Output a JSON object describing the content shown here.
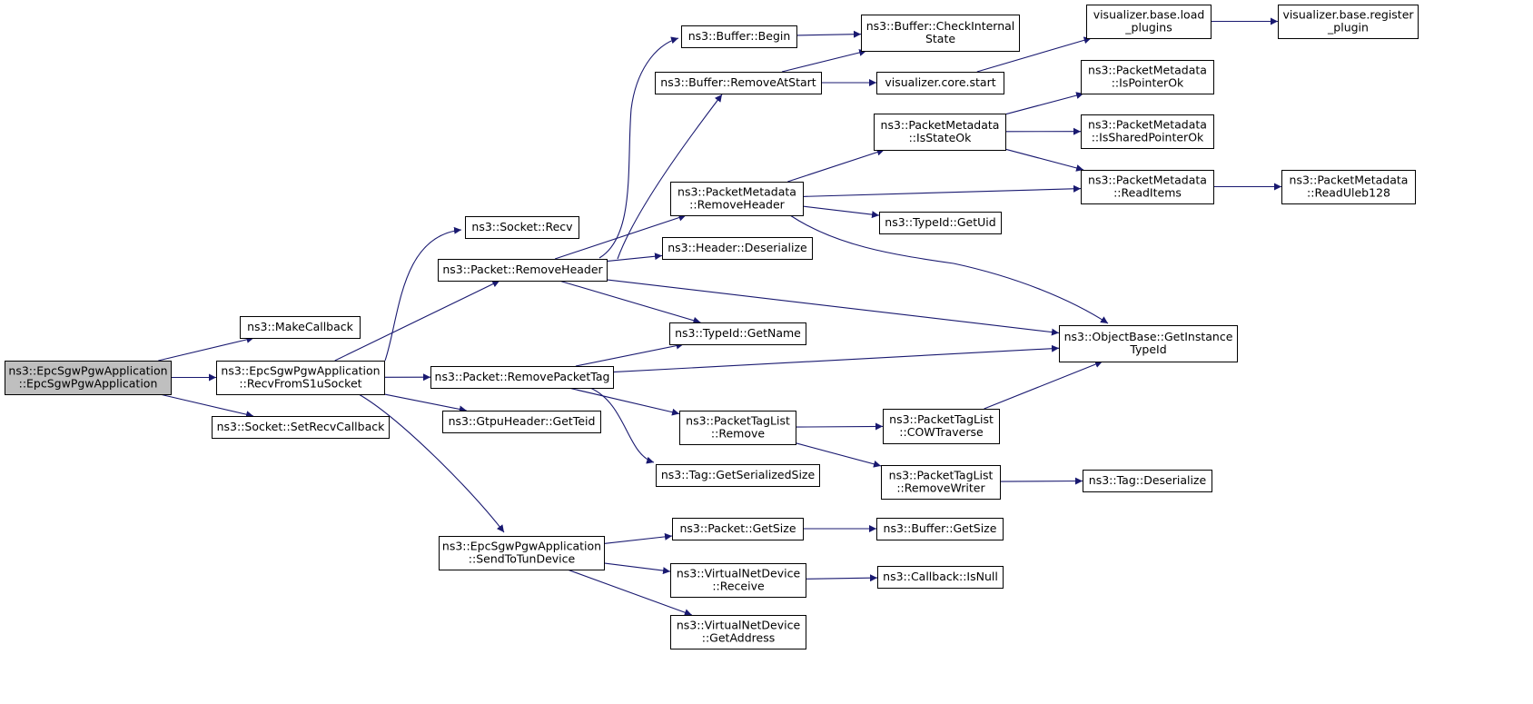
{
  "colors": {
    "edge": "#191970",
    "root_fill": "#bfbfbf",
    "node_fill": "#ffffff",
    "border": "#000000"
  },
  "nodes": [
    {
      "id": "root",
      "lines": [
        "ns3::EpcSgwPgwApplication",
        "::EpcSgwPgwApplication"
      ],
      "root": true
    },
    {
      "id": "makecb",
      "lines": [
        "ns3::MakeCallback"
      ]
    },
    {
      "id": "recvs1u",
      "lines": [
        "ns3::EpcSgwPgwApplication",
        "::RecvFromS1uSocket"
      ]
    },
    {
      "id": "setrecv",
      "lines": [
        "ns3::Socket::SetRecvCallback"
      ]
    },
    {
      "id": "sockrecv",
      "lines": [
        "ns3::Socket::Recv"
      ]
    },
    {
      "id": "pktrmhdr",
      "lines": [
        "ns3::Packet::RemoveHeader"
      ]
    },
    {
      "id": "pktrmtag",
      "lines": [
        "ns3::Packet::RemovePacketTag"
      ]
    },
    {
      "id": "gtpteid",
      "lines": [
        "ns3::GtpuHeader::GetTeid"
      ]
    },
    {
      "id": "sendtun",
      "lines": [
        "ns3::EpcSgwPgwApplication",
        "::SendToTunDevice"
      ]
    },
    {
      "id": "bufbegin",
      "lines": [
        "ns3::Buffer::Begin"
      ]
    },
    {
      "id": "bufrmstart",
      "lines": [
        "ns3::Buffer::RemoveAtStart"
      ]
    },
    {
      "id": "pmrmhdr",
      "lines": [
        "ns3::PacketMetadata",
        "::RemoveHeader"
      ]
    },
    {
      "id": "hdrdeser",
      "lines": [
        "ns3::Header::Deserialize"
      ]
    },
    {
      "id": "tidname",
      "lines": [
        "ns3::TypeId::GetName"
      ]
    },
    {
      "id": "ptlremove",
      "lines": [
        "ns3::PacketTagList",
        "::Remove"
      ]
    },
    {
      "id": "tagsersize",
      "lines": [
        "ns3::Tag::GetSerializedSize"
      ]
    },
    {
      "id": "pktgetsize",
      "lines": [
        "ns3::Packet::GetSize"
      ]
    },
    {
      "id": "vndrecv",
      "lines": [
        "ns3::VirtualNetDevice",
        "::Receive"
      ]
    },
    {
      "id": "vndaddr",
      "lines": [
        "ns3::VirtualNetDevice",
        "::GetAddress"
      ]
    },
    {
      "id": "bufcheck",
      "lines": [
        "ns3::Buffer::CheckInternal",
        "State"
      ]
    },
    {
      "id": "viscore",
      "lines": [
        "visualizer.core.start"
      ]
    },
    {
      "id": "pmstate",
      "lines": [
        "ns3::PacketMetadata",
        "::IsStateOk"
      ]
    },
    {
      "id": "tiduid",
      "lines": [
        "ns3::TypeId::GetUid"
      ]
    },
    {
      "id": "objtid",
      "lines": [
        "ns3::ObjectBase::GetInstance",
        "TypeId"
      ]
    },
    {
      "id": "ptlcow",
      "lines": [
        "ns3::PacketTagList",
        "::COWTraverse"
      ]
    },
    {
      "id": "ptlrmwriter",
      "lines": [
        "ns3::PacketTagList",
        "::RemoveWriter"
      ]
    },
    {
      "id": "bufgetsize",
      "lines": [
        "ns3::Buffer::GetSize"
      ]
    },
    {
      "id": "cbnull",
      "lines": [
        "ns3::Callback::IsNull"
      ]
    },
    {
      "id": "visload",
      "lines": [
        "visualizer.base.load",
        "_plugins"
      ]
    },
    {
      "id": "pmptr",
      "lines": [
        "ns3::PacketMetadata",
        "::IsPointerOk"
      ]
    },
    {
      "id": "pmshared",
      "lines": [
        "ns3::PacketMetadata",
        "::IsSharedPointerOk"
      ]
    },
    {
      "id": "pmread",
      "lines": [
        "ns3::PacketMetadata",
        "::ReadItems"
      ]
    },
    {
      "id": "tagdeser",
      "lines": [
        "ns3::Tag::Deserialize"
      ]
    },
    {
      "id": "visreg",
      "lines": [
        "visualizer.base.register",
        "_plugin"
      ]
    },
    {
      "id": "pmuleb",
      "lines": [
        "ns3::PacketMetadata",
        "::ReadUleb128"
      ]
    }
  ],
  "edges": [
    {
      "from": "root",
      "to": "makecb"
    },
    {
      "from": "root",
      "to": "recvs1u"
    },
    {
      "from": "root",
      "to": "setrecv"
    },
    {
      "from": "recvs1u",
      "to": "sockrecv"
    },
    {
      "from": "recvs1u",
      "to": "pktrmhdr"
    },
    {
      "from": "recvs1u",
      "to": "pktrmtag"
    },
    {
      "from": "recvs1u",
      "to": "gtpteid"
    },
    {
      "from": "recvs1u",
      "to": "sendtun"
    },
    {
      "from": "pktrmhdr",
      "to": "bufbegin"
    },
    {
      "from": "pktrmhdr",
      "to": "bufrmstart"
    },
    {
      "from": "pktrmhdr",
      "to": "pmrmhdr"
    },
    {
      "from": "pktrmhdr",
      "to": "hdrdeser"
    },
    {
      "from": "pktrmhdr",
      "to": "tidname"
    },
    {
      "from": "pktrmhdr",
      "to": "objtid"
    },
    {
      "from": "pktrmtag",
      "to": "tidname"
    },
    {
      "from": "pktrmtag",
      "to": "objtid"
    },
    {
      "from": "pktrmtag",
      "to": "ptlremove"
    },
    {
      "from": "pktrmtag",
      "to": "tagsersize"
    },
    {
      "from": "sendtun",
      "to": "pktgetsize"
    },
    {
      "from": "sendtun",
      "to": "vndrecv"
    },
    {
      "from": "sendtun",
      "to": "vndaddr"
    },
    {
      "from": "bufbegin",
      "to": "bufcheck"
    },
    {
      "from": "bufrmstart",
      "to": "bufcheck"
    },
    {
      "from": "bufrmstart",
      "to": "viscore"
    },
    {
      "from": "viscore",
      "to": "visload"
    },
    {
      "from": "visload",
      "to": "visreg"
    },
    {
      "from": "pmrmhdr",
      "to": "pmstate"
    },
    {
      "from": "pmrmhdr",
      "to": "pmread"
    },
    {
      "from": "pmrmhdr",
      "to": "tiduid"
    },
    {
      "from": "pmrmhdr",
      "to": "objtid"
    },
    {
      "from": "pmstate",
      "to": "pmptr"
    },
    {
      "from": "pmstate",
      "to": "pmshared"
    },
    {
      "from": "pmstate",
      "to": "pmread"
    },
    {
      "from": "pmread",
      "to": "pmuleb"
    },
    {
      "from": "ptlremove",
      "to": "ptlcow"
    },
    {
      "from": "ptlremove",
      "to": "ptlrmwriter"
    },
    {
      "from": "ptlcow",
      "to": "objtid"
    },
    {
      "from": "ptlrmwriter",
      "to": "tagdeser"
    },
    {
      "from": "pktgetsize",
      "to": "bufgetsize"
    },
    {
      "from": "vndrecv",
      "to": "cbnull"
    }
  ]
}
